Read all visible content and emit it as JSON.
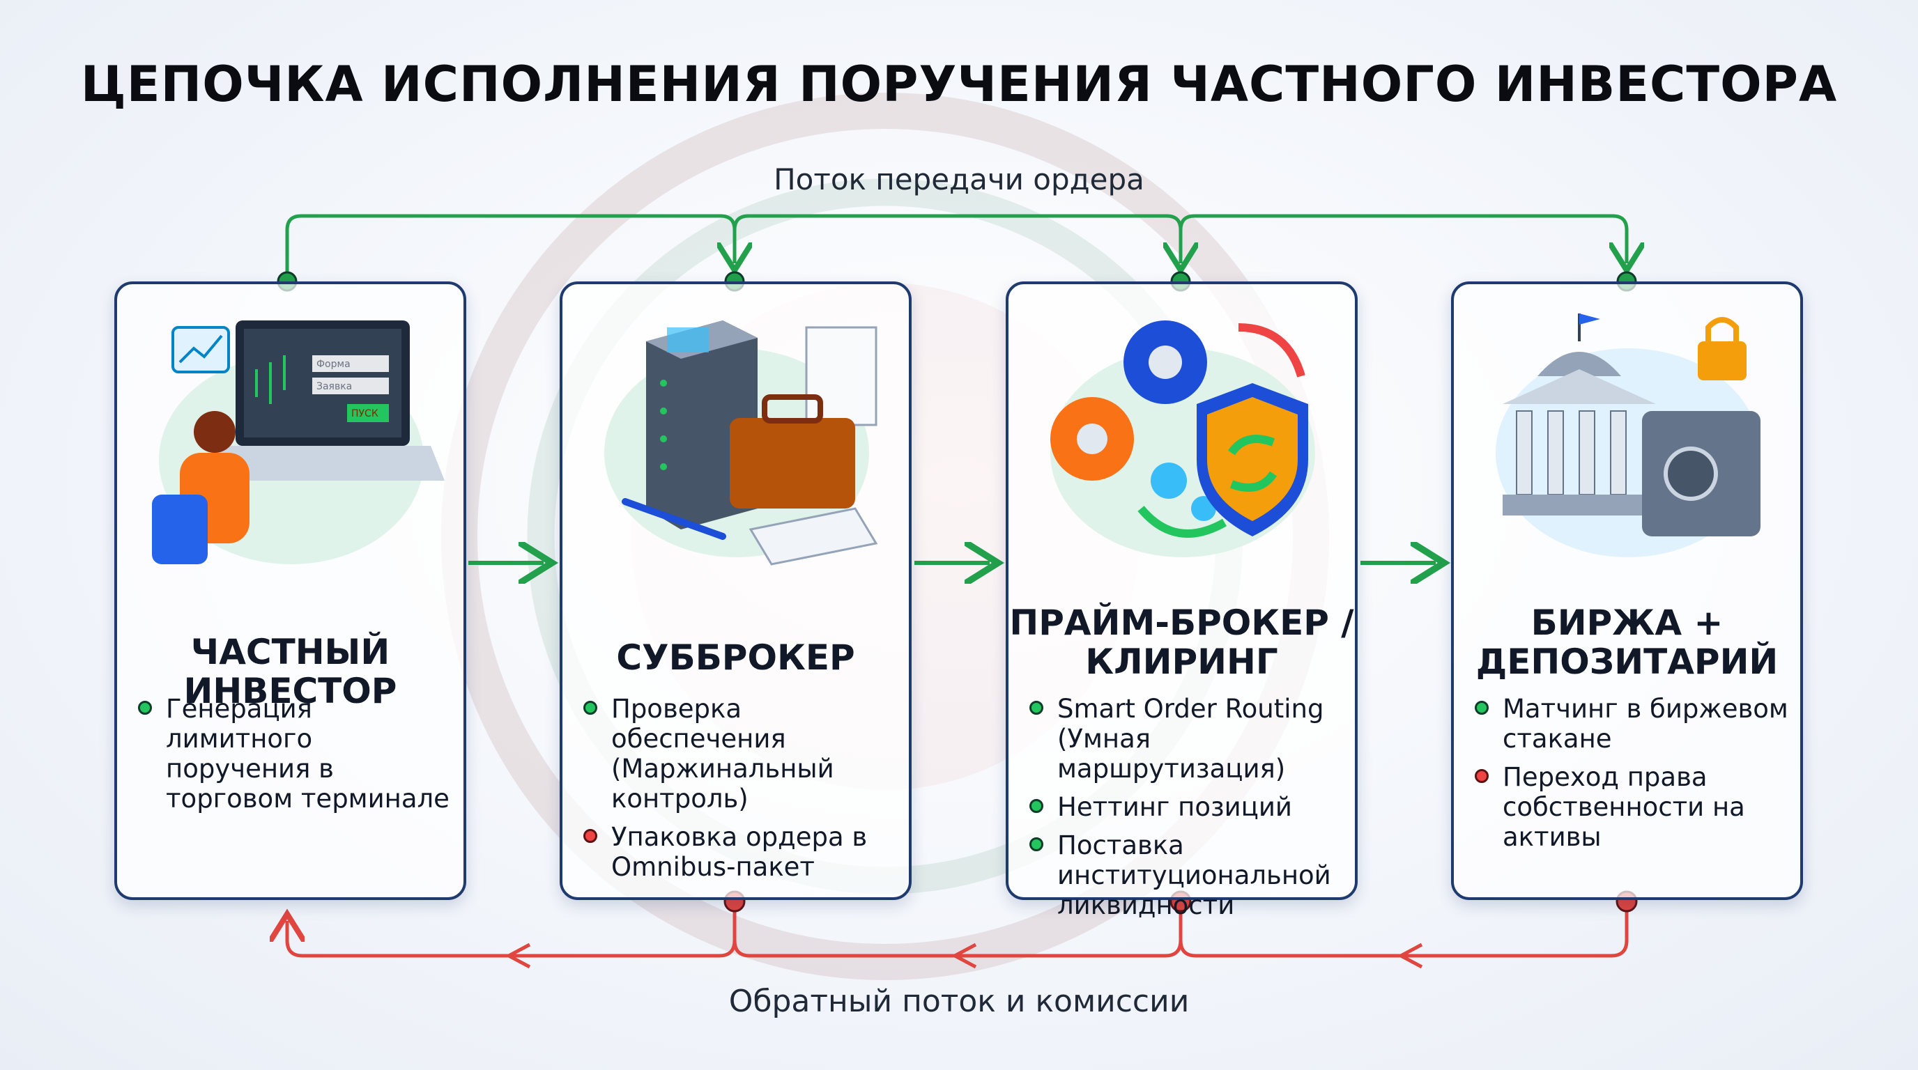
{
  "title": "ЦЕПОЧКА ИСПОЛНЕНИЯ ПОРУЧЕНИЯ ЧАСТНОГО ИНВЕСТОРА",
  "flows": {
    "forward_label": "Поток передачи ордера",
    "backward_label": "Обратный поток и комиссии"
  },
  "colors": {
    "forward": "#22a04b",
    "backward": "#e0453f",
    "card_border": "#1e3a6e"
  },
  "cards": [
    {
      "title_line1": "ЧАСТНЫЙ",
      "title_line2": "ИНВЕСТОР",
      "icon": "investor-laptop-icon",
      "screen_labels": [
        "Форма",
        "Заявка",
        "ПУСК"
      ],
      "bullets": [
        {
          "text": "Генерация лимитного поручения в торговом терминале",
          "color": "green"
        }
      ]
    },
    {
      "title_line1": "СУББРОКЕР",
      "title_line2": "",
      "icon": "server-briefcase-icon",
      "bullets": [
        {
          "text": "Проверка обеспечения (Маржинальный контроль)",
          "color": "green"
        },
        {
          "text": "Упаковка ордера в Omnibus-пакет",
          "color": "red"
        }
      ]
    },
    {
      "title_line1": "ПРАЙМ-БРОКЕР /",
      "title_line2": "КЛИРИНГ",
      "icon": "gears-shield-icon",
      "bullets": [
        {
          "text": "Smart Order Routing (Умная маршрутизация)",
          "color": "green"
        },
        {
          "text": "Неттинг позиций",
          "color": "green"
        },
        {
          "text": "Поставка институциональной ликвидности",
          "color": "green"
        }
      ]
    },
    {
      "title_line1": "БИРЖА +",
      "title_line2": "ДЕПОЗИТАРИЙ",
      "icon": "exchange-vault-icon",
      "bullets": [
        {
          "text": "Матчинг в биржевом стакане",
          "color": "green"
        },
        {
          "text": "Переход права собственности на активы",
          "color": "red"
        }
      ]
    }
  ]
}
